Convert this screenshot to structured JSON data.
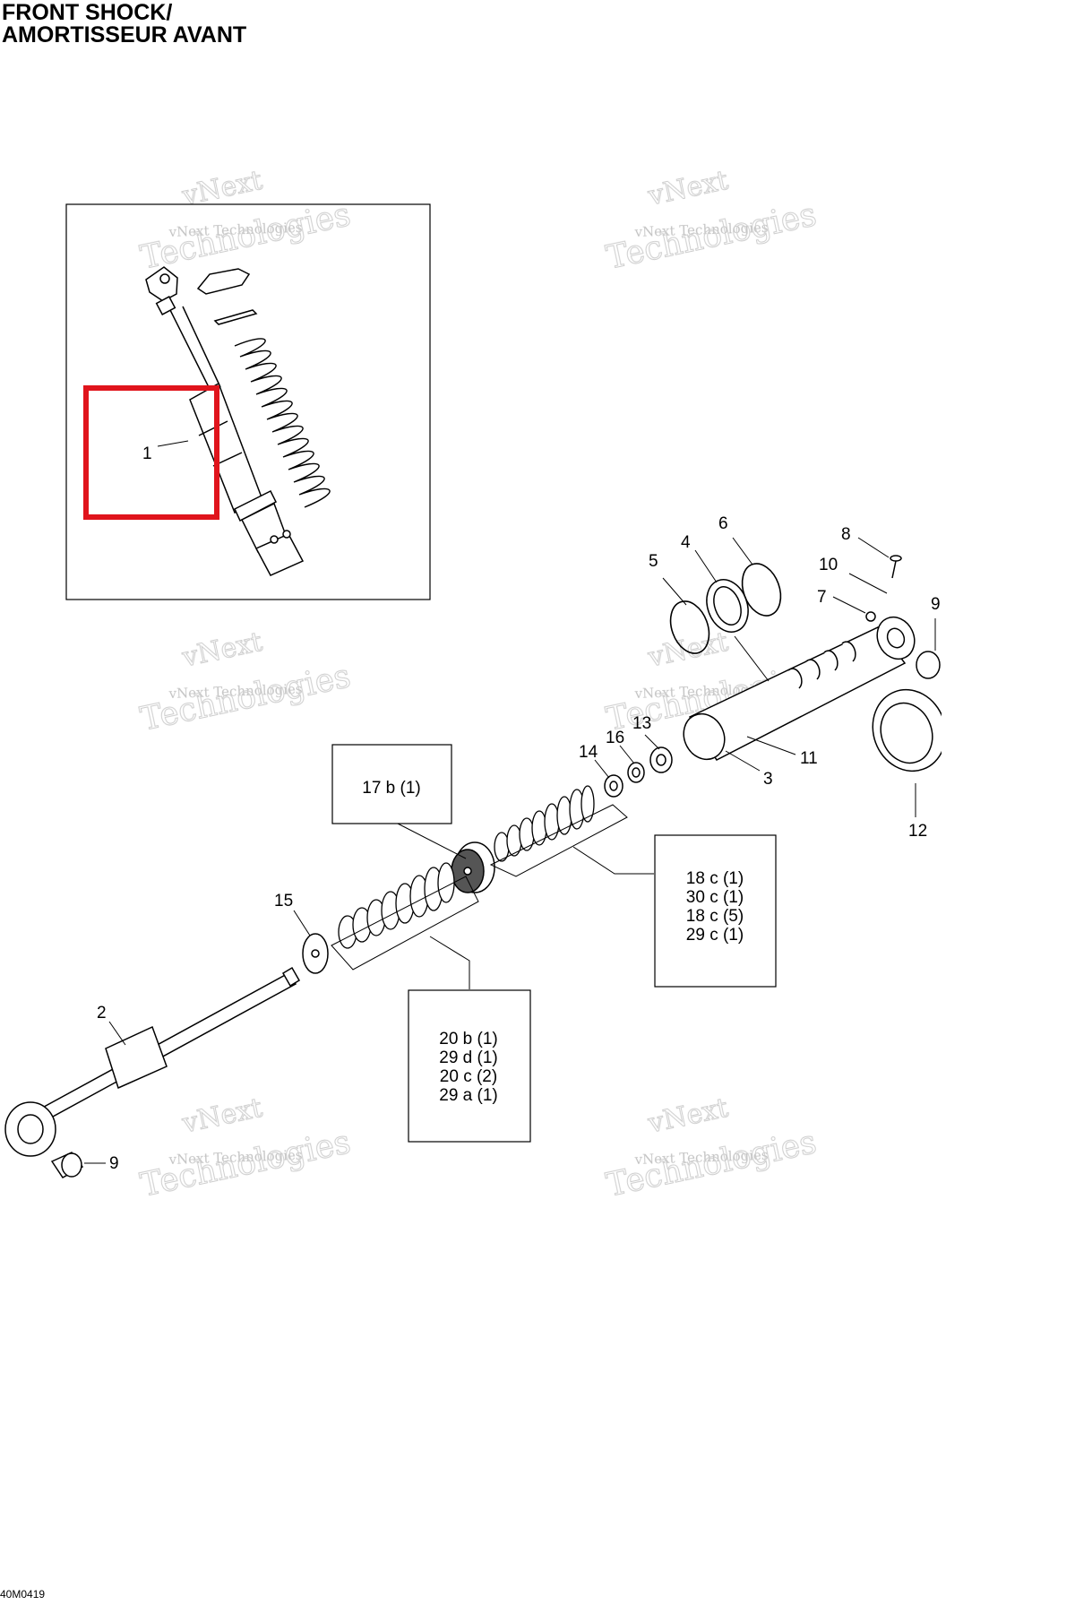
{
  "title": {
    "line1": "FRONT SHOCK/",
    "line2": "AMORTISSEUR AVANT"
  },
  "drawing_code": "40M0419",
  "watermark": {
    "line1": "vNext",
    "line2": "vNext Technologies",
    "line3": "Technologies"
  },
  "callouts": {
    "c1": "1",
    "c2": "2",
    "c3": "3",
    "c4": "4",
    "c5": "5",
    "c6": "6",
    "c7": "7",
    "c8": "8",
    "c9a": "9",
    "c9b": "9",
    "c10": "10",
    "c11": "11",
    "c12": "12",
    "c13": "13",
    "c14": "14",
    "c15": "15",
    "c16": "16"
  },
  "boxes": {
    "box17": [
      "17 b (1)"
    ],
    "box18": [
      "18 c (1)",
      "30 c (1)",
      "18 c (5)",
      "29 c (1)"
    ],
    "box20": [
      "20 b (1)",
      "29 d (1)",
      "20 c (2)",
      "29 a (1)"
    ]
  },
  "highlight_color": "#e0141c"
}
